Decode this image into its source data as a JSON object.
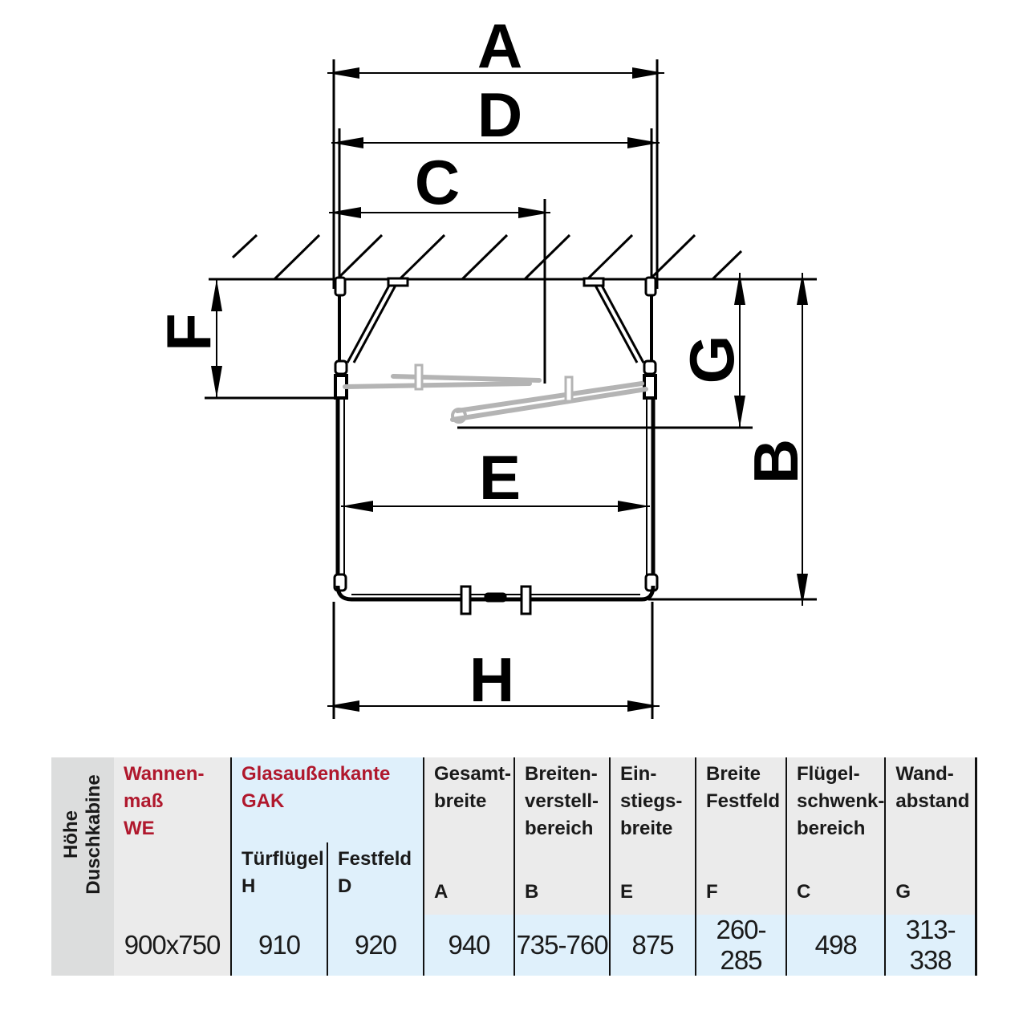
{
  "diagram": {
    "title": "Shower enclosure dimension drawing (top view)",
    "labels": {
      "A": "A",
      "B": "B",
      "C": "C",
      "D": "D",
      "E": "E",
      "F": "F",
      "G": "G",
      "H": "H"
    },
    "colors": {
      "line": "#000000",
      "ghost_door": "#b4b4b4"
    }
  },
  "table": {
    "row_header": {
      "line1": "Höhe",
      "line2": "Duschkabine"
    },
    "columns": [
      {
        "key": "WE",
        "lines": [
          "Wannen-",
          "maß",
          "WE"
        ],
        "symbol": "",
        "accent": true
      },
      {
        "key": "GAK",
        "lines": [
          "Glasaußenkante",
          "GAK"
        ],
        "symbol": "",
        "accent": true
      },
      {
        "key": "H",
        "label": "Türflügel",
        "symbol": "H"
      },
      {
        "key": "D",
        "label": "Festfeld",
        "symbol": "D"
      },
      {
        "key": "A",
        "lines": [
          "Gesamt-",
          "breite"
        ],
        "symbol": "A"
      },
      {
        "key": "B",
        "lines": [
          "Breiten-",
          "verstell-",
          "bereich"
        ],
        "symbol": "B"
      },
      {
        "key": "E",
        "lines": [
          "Ein-",
          "stiegs-",
          "breite"
        ],
        "symbol": "E"
      },
      {
        "key": "F",
        "lines": [
          "Breite",
          "Festfeld"
        ],
        "symbol": "F"
      },
      {
        "key": "C",
        "lines": [
          "Flügel-",
          "schwenk-",
          "bereich"
        ],
        "symbol": "C"
      },
      {
        "key": "G",
        "lines": [
          "Wand-",
          "abstand"
        ],
        "symbol": "G"
      }
    ],
    "rows": [
      {
        "hoehe": "",
        "WE": "900x750",
        "H": "910",
        "D": "920",
        "A": "940",
        "B": "735-760",
        "E": "875",
        "F": "260-285",
        "C": "498",
        "G": "313-338"
      }
    ],
    "colors": {
      "accent_text": "#b0182d",
      "header_gray": "#ebebeb",
      "row_header_gray": "#dcdddd",
      "highlight_blue": "#dff0fb"
    }
  }
}
